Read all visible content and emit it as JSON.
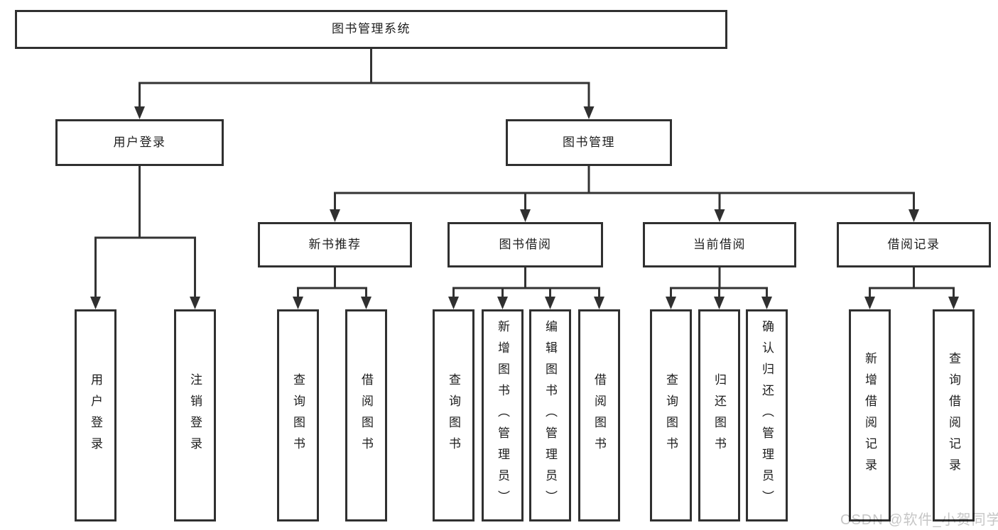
{
  "diagram": {
    "title": "图书管理系统",
    "branches": [
      {
        "label": "用户登录",
        "children": [
          {
            "label": "用户登录"
          },
          {
            "label": "注销登录"
          }
        ]
      },
      {
        "label": "图书管理",
        "children": [
          {
            "label": "新书推荐",
            "children": [
              {
                "label": "查询图书"
              },
              {
                "label": "借阅图书"
              }
            ]
          },
          {
            "label": "图书借阅",
            "children": [
              {
                "label": "查询图书"
              },
              {
                "label": "新增图书（管理员）"
              },
              {
                "label": "编辑图书（管理员）"
              },
              {
                "label": "借阅图书"
              }
            ]
          },
          {
            "label": "当前借阅",
            "children": [
              {
                "label": "查询图书"
              },
              {
                "label": "归还图书"
              },
              {
                "label": "确认归还（管理员）"
              }
            ]
          },
          {
            "label": "借阅记录",
            "children": [
              {
                "label": "新增借阅记录"
              },
              {
                "label": "查询借阅记录"
              }
            ]
          }
        ]
      }
    ]
  },
  "watermark": {
    "text": "CSDN @软件_小贺同学"
  },
  "colors": {
    "line": "#333333",
    "box_border": "#303030",
    "text": "#1d1d1d",
    "watermark": "#c6c6c6",
    "background": "#ffffff"
  }
}
